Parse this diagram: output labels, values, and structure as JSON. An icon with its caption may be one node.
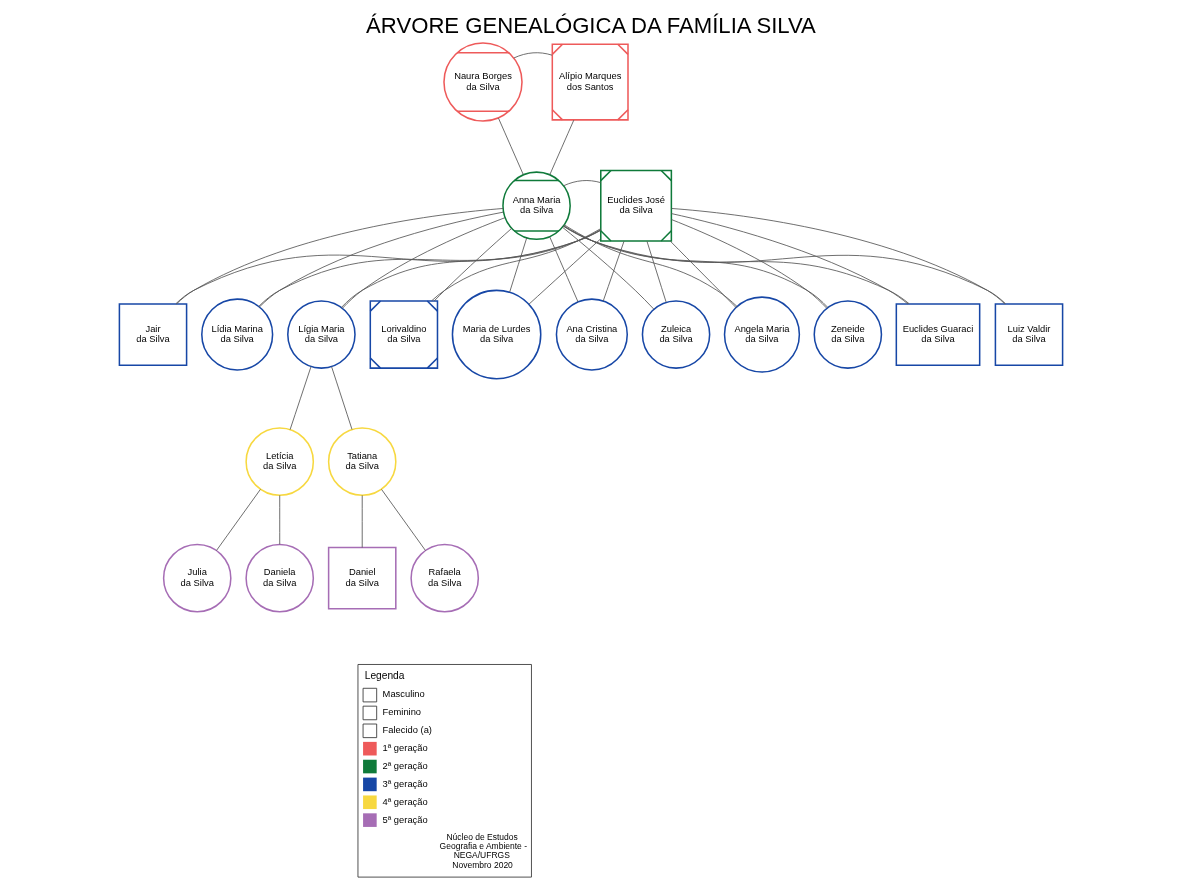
{
  "diagram": {
    "title": "ÁRVORE GENEALÓGICA DA FAMÍLIA SILVA",
    "nodes": [
      {
        "text": [
          "Naura Borges da Silva"
        ]
      },
      {
        "text": [
          "Alípio Marques dos Santos"
        ]
      },
      {
        "text": [
          "Anna Maria da Silva"
        ]
      },
      {
        "text": [
          "Euclides José da Silva"
        ]
      },
      {
        "text": [
          "Jair da Silva"
        ]
      },
      {
        "text": [
          "Lídia Marina da Silva"
        ]
      },
      {
        "text": [
          "Lígia Maria da Silva"
        ]
      },
      {
        "text": [
          "Lorivaldino da Silva"
        ]
      },
      {
        "text": [
          "Maria de Lurdes da Silva"
        ]
      },
      {
        "text": [
          "Ana Cristina da Silva"
        ]
      },
      {
        "text": [
          "Zuleica da Silva"
        ]
      },
      {
        "text": [
          "Angela Maria da Silva"
        ]
      },
      {
        "text": [
          "Zeneide da Silva"
        ]
      },
      {
        "text": [
          "Euclides Guaraci da Silva"
        ]
      },
      {
        "text": [
          "Luiz Valdir da Silva"
        ]
      },
      {
        "text": [
          "Letícia da Silva"
        ]
      },
      {
        "text": [
          "Tatiana da Silva"
        ]
      },
      {
        "text": [
          "Julia da Silva"
        ]
      },
      {
        "text": [
          "Daniela da Silva"
        ]
      },
      {
        "text": [
          "Daniel da Silva"
        ]
      },
      {
        "text": [
          "Rafaela da Silva"
        ]
      }
    ],
    "edges": [
      {
        "from": 0,
        "to": 1,
        "arrow": "none"
      },
      {
        "from": 0,
        "to": 2,
        "arrow": "none"
      },
      {
        "from": 1,
        "to": 2,
        "arrow": "none"
      },
      {
        "from": 2,
        "to": 3,
        "arrow": "none"
      },
      {
        "from": 2,
        "to": 4,
        "arrow": "none"
      },
      {
        "from": 3,
        "to": 4,
        "arrow": "none"
      },
      {
        "from": 2,
        "to": 5,
        "arrow": "none"
      },
      {
        "from": 3,
        "to": 5,
        "arrow": "none"
      },
      {
        "from": 2,
        "to": 6,
        "arrow": "none"
      },
      {
        "from": 3,
        "to": 6,
        "arrow": "none"
      },
      {
        "from": 2,
        "to": 7,
        "arrow": "none"
      },
      {
        "from": 3,
        "to": 7,
        "arrow": "none"
      },
      {
        "from": 2,
        "to": 8,
        "arrow": "none"
      },
      {
        "from": 3,
        "to": 8,
        "arrow": "none"
      },
      {
        "from": 2,
        "to": 9,
        "arrow": "none"
      },
      {
        "from": 3,
        "to": 9,
        "arrow": "none"
      },
      {
        "from": 2,
        "to": 10,
        "arrow": "none"
      },
      {
        "from": 3,
        "to": 10,
        "arrow": "none"
      },
      {
        "from": 2,
        "to": 11,
        "arrow": "none"
      },
      {
        "from": 3,
        "to": 11,
        "arrow": "none"
      },
      {
        "from": 2,
        "to": 12,
        "arrow": "none"
      },
      {
        "from": 3,
        "to": 12,
        "arrow": "none"
      },
      {
        "from": 2,
        "to": 13,
        "arrow": "none"
      },
      {
        "from": 3,
        "to": 13,
        "arrow": "none"
      },
      {
        "from": 2,
        "to": 14,
        "arrow": "none"
      },
      {
        "from": 3,
        "to": 14,
        "arrow": "none"
      },
      {
        "from": 6,
        "to": 15,
        "arrow": "none"
      },
      {
        "from": 6,
        "to": 16,
        "arrow": "none"
      },
      {
        "from": 15,
        "to": 17,
        "arrow": "none"
      },
      {
        "from": 15,
        "to": 18,
        "arrow": "none"
      },
      {
        "from": 16,
        "to": 19,
        "arrow": "none"
      },
      {
        "from": 16,
        "to": 20,
        "arrow": "none"
      }
    ],
    "labels": [
      "Legenda",
      "Núcleo de Estudos Geografia e Ambiente - NEGA/UFRGS Novembro 2020"
    ],
    "legend": [
      {
        "text": "Masculino"
      },
      {
        "text": "Feminino"
      },
      {
        "text": "Falecido (a)"
      },
      {
        "text": "1ª geração",
        "color": "#ee5a5a"
      },
      {
        "text": "2ª geração",
        "color": "#0f7a3a"
      },
      {
        "text": "3ª geração",
        "color": "#1747a6"
      },
      {
        "text": "4ª geração",
        "color": "#f7d840"
      },
      {
        "text": "5ª geração",
        "color": "#a66db5"
      }
    ]
  }
}
